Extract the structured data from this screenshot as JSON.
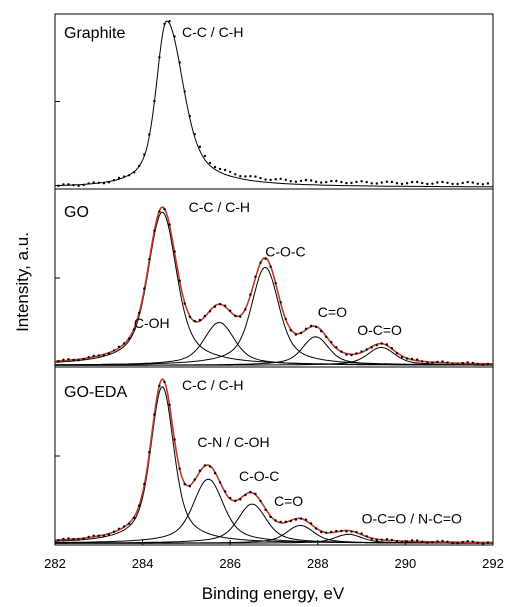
{
  "chart_data": {
    "type": "line",
    "xlabel": "Binding energy, eV",
    "ylabel": "Intensity, a.u.",
    "xlim": [
      282,
      292
    ],
    "x_ticks": [
      "282",
      "284",
      "286",
      "288",
      "290",
      "292"
    ],
    "colors": {
      "measured": "#000000",
      "component": "#000000",
      "envelope": "#c0392b"
    },
    "panels": [
      {
        "label": "Graphite",
        "ylim": [
          0,
          1.0
        ],
        "baseline": 0.01,
        "tail": 0.02,
        "components": [
          {
            "name": "C-C / C-H",
            "center": 284.55,
            "amplitude": 0.95,
            "width": 0.38,
            "shape": "asymmetric"
          }
        ],
        "peak_labels": [
          {
            "text": "C-C / C-H",
            "x": 284.9,
            "y": 0.87
          }
        ],
        "show_envelope": false
      },
      {
        "label": "GO",
        "ylim": [
          0,
          1.0
        ],
        "baseline": 0.01,
        "tail": 0,
        "components": [
          {
            "name": "C-C / C-H",
            "center": 284.45,
            "amplitude": 0.86,
            "width": 0.52
          },
          {
            "name": "C-OH",
            "center": 285.75,
            "amplitude": 0.24,
            "width": 0.55
          },
          {
            "name": "C-O-C",
            "center": 286.8,
            "amplitude": 0.55,
            "width": 0.5
          },
          {
            "name": "C=O",
            "center": 287.95,
            "amplitude": 0.16,
            "width": 0.48
          },
          {
            "name": "O-C=O",
            "center": 289.45,
            "amplitude": 0.1,
            "width": 0.5
          }
        ],
        "peak_labels": [
          {
            "text": "C-C / C-H",
            "x": 285.05,
            "y": 0.87
          },
          {
            "text": "C-OH",
            "x": 283.8,
            "y": 0.22
          },
          {
            "text": "C-O-C",
            "x": 286.8,
            "y": 0.62
          },
          {
            "text": "C=O",
            "x": 288.0,
            "y": 0.28
          },
          {
            "text": "O-C=O",
            "x": 288.9,
            "y": 0.18
          }
        ],
        "show_envelope": true
      },
      {
        "label": "GO-EDA",
        "ylim": [
          0,
          1.0
        ],
        "baseline": 0.01,
        "tail": 0,
        "components": [
          {
            "name": "C-C / C-H",
            "center": 284.45,
            "amplitude": 0.88,
            "width": 0.42
          },
          {
            "name": "C-N / C-OH",
            "center": 285.5,
            "amplitude": 0.36,
            "width": 0.55
          },
          {
            "name": "C-O-C",
            "center": 286.5,
            "amplitude": 0.22,
            "width": 0.52
          },
          {
            "name": "C=O",
            "center": 287.6,
            "amplitude": 0.1,
            "width": 0.5
          },
          {
            "name": "O-C=O / N-C=O",
            "center": 288.7,
            "amplitude": 0.05,
            "width": 0.5
          }
        ],
        "peak_labels": [
          {
            "text": "C-C / C-H",
            "x": 284.9,
            "y": 0.87
          },
          {
            "text": "C-N / C-OH",
            "x": 285.25,
            "y": 0.55
          },
          {
            "text": "C-O-C",
            "x": 286.2,
            "y": 0.36
          },
          {
            "text": "C=O",
            "x": 287.0,
            "y": 0.22
          },
          {
            "text": "O-C=O / N-C=O",
            "x": 289.0,
            "y": 0.12
          }
        ],
        "show_envelope": true
      }
    ]
  }
}
